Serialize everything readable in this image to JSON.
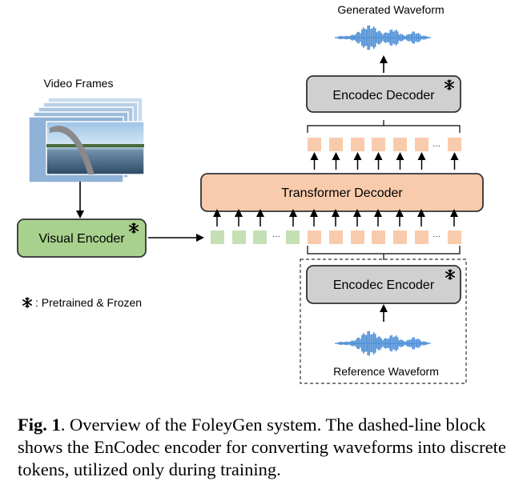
{
  "labels": {
    "generated_waveform": "Generated Waveform",
    "video_frames": "Video Frames",
    "encodec_decoder": "Encodec Decoder",
    "transformer_decoder": "Transformer Decoder",
    "visual_encoder": "Visual Encoder",
    "encodec_encoder": "Encodec Encoder",
    "reference_waveform": "Reference Waveform",
    "legend": ": Pretrained & Frozen",
    "ellipsis": "···"
  },
  "icons": {
    "frozen": "snowflake-icon"
  },
  "colors": {
    "visual_encoder_fill": "#a9d18e",
    "visual_tokens": "#c5e0b4",
    "audio_tokens": "#f8cbad",
    "transformer_fill": "#f8cbad",
    "encodec_fill": "#d0d0d0",
    "waveform": "#4d8fd6"
  },
  "caption": {
    "label": "Fig. 1",
    "text": ". Overview of the FoleyGen system. The dashed-line block shows the EnCodec encoder for converting waveforms into discrete tokens, utilized only during training."
  }
}
